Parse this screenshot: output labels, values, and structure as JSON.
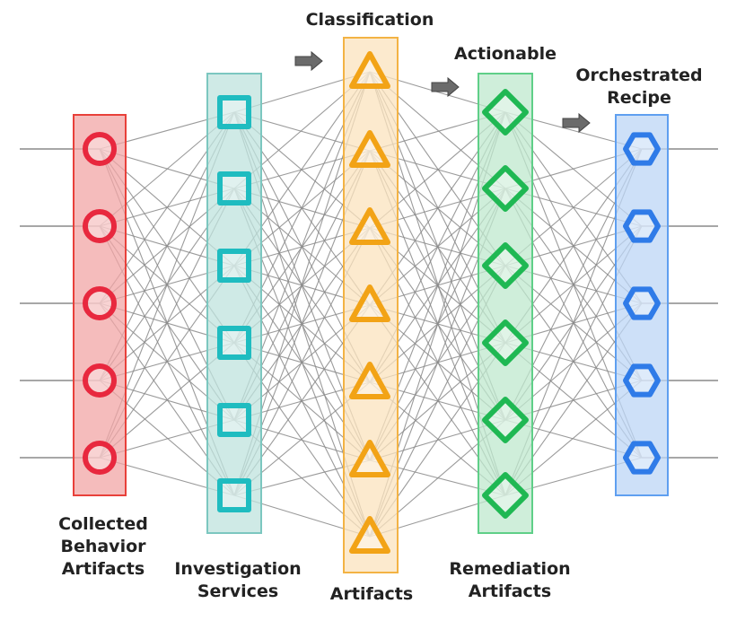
{
  "layers": [
    {
      "id": "collected",
      "label_lines": [
        "Collected",
        "Behavior",
        "Artifacts"
      ],
      "shape": "circle",
      "count": 5,
      "stroke": "#e8283e",
      "fill": "#f2a6a6",
      "band": "#e8403a"
    },
    {
      "id": "investigation",
      "label_lines": [
        "Investigation",
        "Services"
      ],
      "shape": "square",
      "count": 6,
      "stroke": "#1fbcc0",
      "fill": "#bfe3de",
      "band": "#7cc7c0"
    },
    {
      "id": "classification",
      "label_top": "Classification",
      "label_lines": [
        "Artifacts"
      ],
      "shape": "triangle",
      "count": 7,
      "stroke": "#f2a316",
      "fill": "#fbe3bd",
      "band": "#f3b344"
    },
    {
      "id": "remediation",
      "label_top": "Actionable",
      "label_lines": [
        "Remediation",
        "Artifacts"
      ],
      "shape": "diamond",
      "count": 6,
      "stroke": "#1fb853",
      "fill": "#bfe8cd",
      "band": "#5fcf88"
    },
    {
      "id": "orchestrated",
      "label_top_lines": [
        "Orchestrated",
        "Recipe"
      ],
      "shape": "hexagon",
      "count": 5,
      "stroke": "#2f7be8",
      "fill": "#bcd6f6",
      "band": "#5f9ff0"
    }
  ],
  "arrows": [
    "arrow-icon",
    "arrow-icon",
    "arrow-icon"
  ],
  "colors": {
    "edge": "#8a8a8a",
    "arrow": "#6b6b6b"
  }
}
